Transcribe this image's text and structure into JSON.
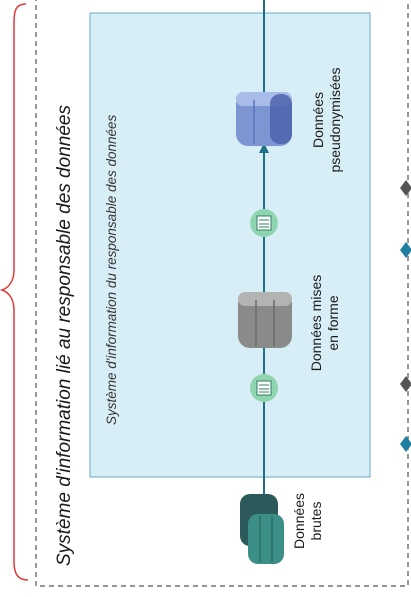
{
  "outer_title": "Système d'information lié au responsable des données",
  "inner_title": "Système d'information du responsable des données",
  "nodes": {
    "raw": [
      "Données",
      "brutes"
    ],
    "formatted": [
      "Données mises",
      "en forme"
    ],
    "pseudo": [
      "Données",
      "pseudonymisées"
    ]
  },
  "colors": {
    "raw_db": "#3b8f87",
    "formatted_db": "#8a8a8a",
    "pseudo_db": "#7e95d3",
    "inner_box": "#d8eef7",
    "arrow": "#1f6f8b",
    "bracket": "#e03a3a"
  },
  "icons": [
    "database-icon",
    "process-icon",
    "diamond-marker-icon"
  ]
}
